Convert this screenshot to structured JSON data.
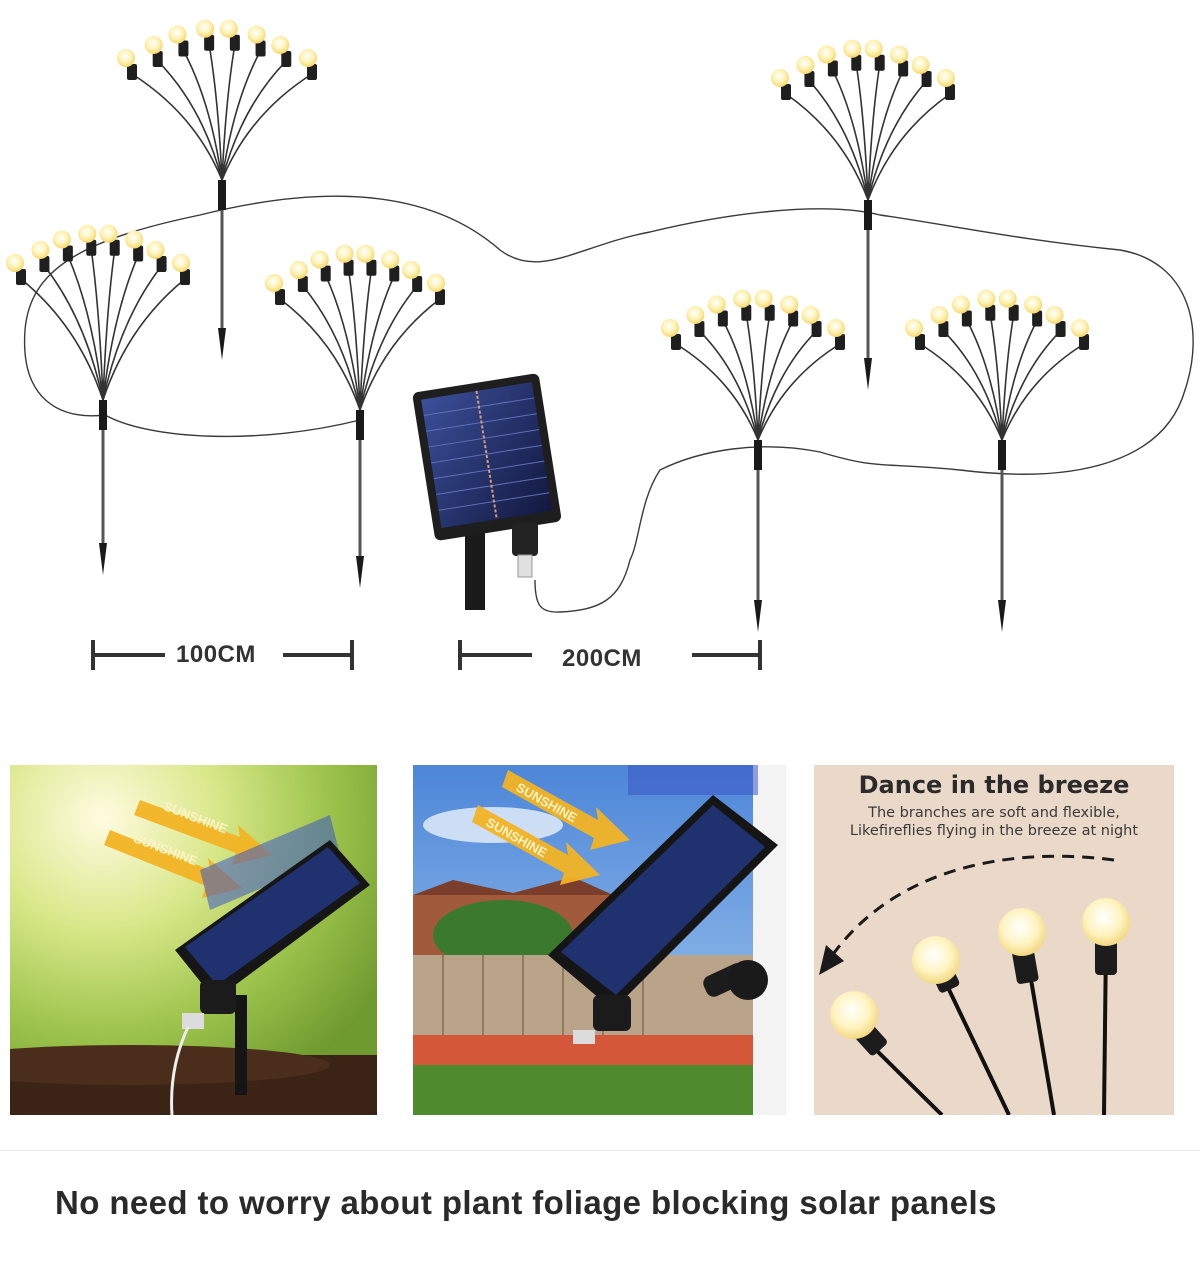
{
  "dimensions": {
    "short": "100CM",
    "long": "200CM"
  },
  "panels": {
    "garden": {
      "sunshine_1": "SUNSHINE",
      "sunshine_2": "SUNSHINE"
    },
    "wall": {
      "sunshine_1": "SUNSHINE",
      "sunshine_2": "SUNSHINE"
    },
    "breeze": {
      "title": "Dance in the breeze",
      "line1": "The branches are soft and flexible,",
      "line2": "Likefireflies flying in the breeze at night"
    }
  },
  "caption": "No need to worry about plant foliage blocking solar panels",
  "colors": {
    "bulb": "#fff3b8",
    "bulb_glow": "#ffe98a",
    "wire": "#3a3a3a",
    "stake": "#222222",
    "arrow_yellow": "#f2b324",
    "panel_blue": "#1d2e72"
  }
}
